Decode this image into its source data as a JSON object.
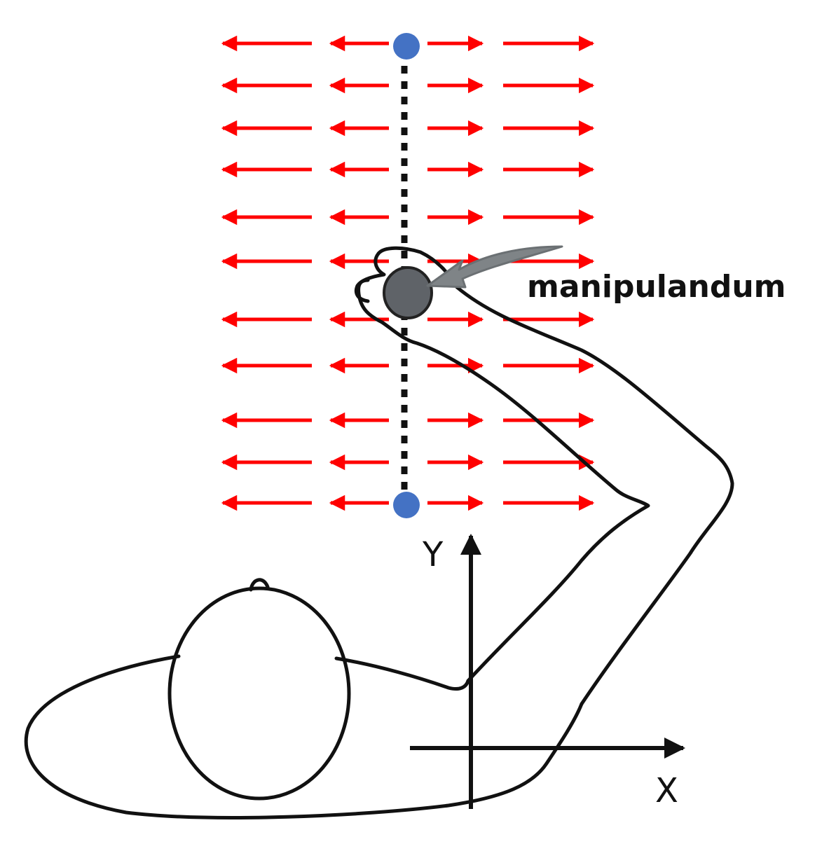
{
  "labels": {
    "manipulandum": "manipulandum",
    "y_axis": "Y",
    "x_axis": "X"
  },
  "force_field": {
    "rows": 11,
    "direction_left_columns": 2,
    "direction_right_columns": 2,
    "color": "#ff0000"
  },
  "path": {
    "style": "dotted",
    "endpoints": [
      "start",
      "target"
    ],
    "endpoint_color": "#4472c4"
  },
  "manipulandum_color": "#5f6368",
  "pointer_arrow_color": "#7f8487",
  "outline_color": "#111111"
}
